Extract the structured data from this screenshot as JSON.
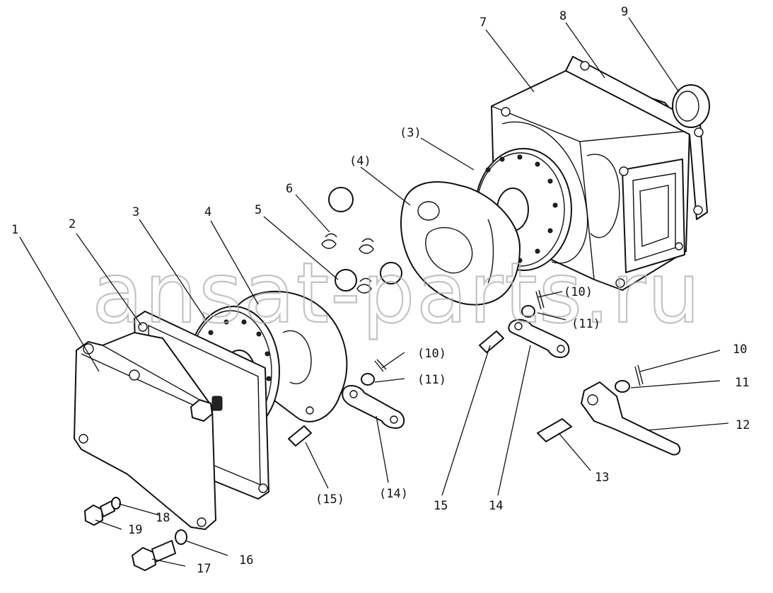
{
  "watermark": "ansat-parts.ru",
  "callouts": {
    "c1": "1",
    "c2": "2",
    "c3": "3",
    "c4": "4",
    "c5": "5",
    "c6": "6",
    "c7": "7",
    "c8": "8",
    "c9": "9",
    "c3p": "(3)",
    "c4p": "(4)",
    "c10p_a": "(10)",
    "c11p_a": "(11)",
    "c10p_b": "(10)",
    "c11p_b": "(11)",
    "c10": "10",
    "c11": "11",
    "c12": "12",
    "c13": "13",
    "c14": "14",
    "c15": "15",
    "c14p": "(14)",
    "c15p": "(15)",
    "c16": "16",
    "c17": "17",
    "c18": "18",
    "c19": "19"
  }
}
